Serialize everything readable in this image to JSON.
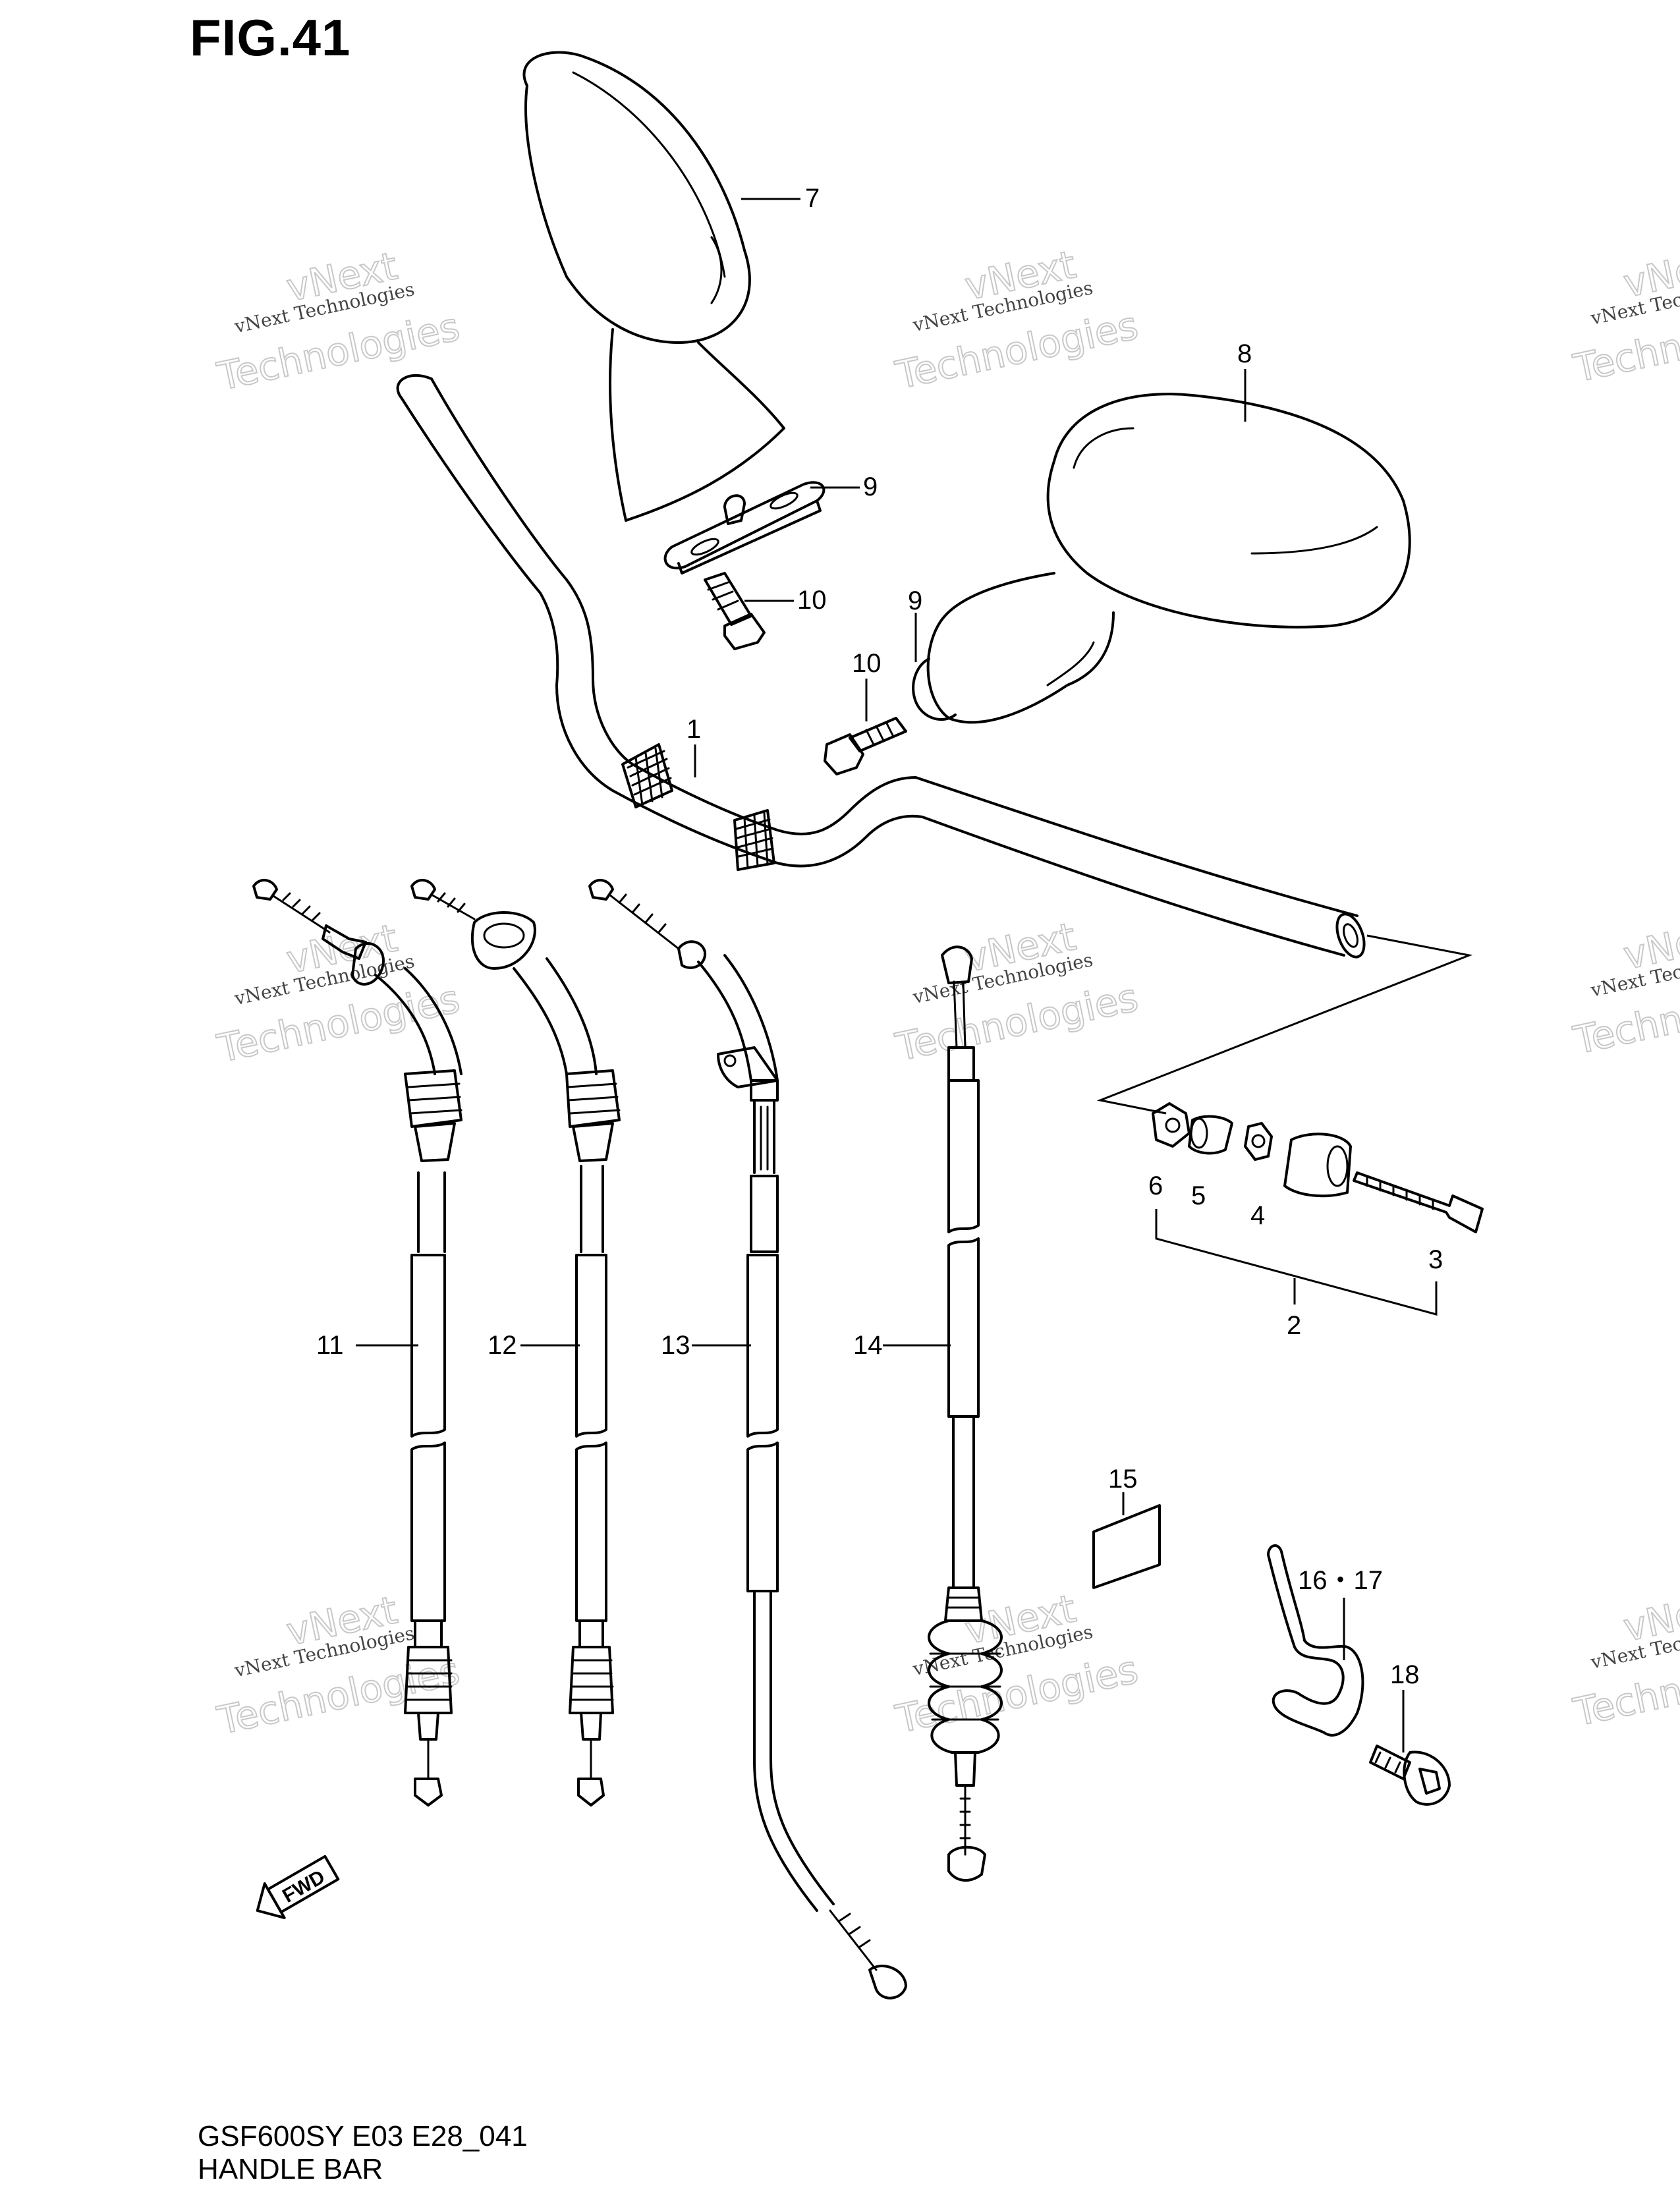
{
  "figure": {
    "title": "FIG.41"
  },
  "footer": {
    "model_code": "GSF600SY  E03  E28_041",
    "section_name": "HANDLE BAR"
  },
  "watermark": {
    "line1": "vNext Technologies",
    "line2": "vNext",
    "line3": "Technologies"
  },
  "callouts": {
    "c1": "1",
    "c2": "2",
    "c3": "3",
    "c4": "4",
    "c5": "5",
    "c6": "6",
    "c7": "7",
    "c8": "8",
    "c9a": "9",
    "c9b": "9",
    "c10a": "10",
    "c10b": "10",
    "c11": "11",
    "c12": "12",
    "c13": "13",
    "c14": "14",
    "c15": "15",
    "c16_17": "16・17",
    "c18": "18"
  },
  "fwd_badge": {
    "text": "FWD"
  }
}
